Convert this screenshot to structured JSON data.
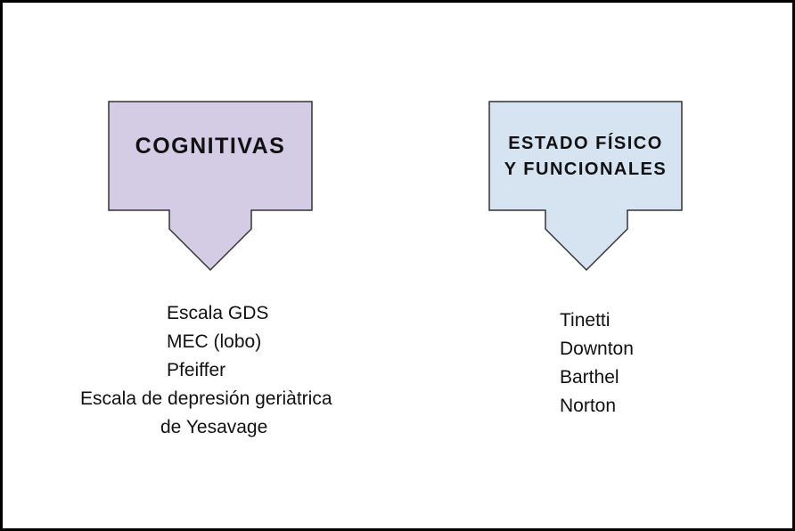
{
  "diagram": {
    "colors": {
      "border": "#000000",
      "box_outline": "#333333",
      "cognitivas_fill": "#d4cce4",
      "fisico_fill": "#d6e4f2"
    },
    "cognitivas": {
      "title": "COGNITIVAS",
      "items": [
        "Escala GDS",
        "MEC (lobo)",
        "Pfeiffer",
        "Escala de depresión geriàtrica",
        "de Yesavage"
      ]
    },
    "fisico": {
      "title_line1": "ESTADO FÍSICO",
      "title_line2": "Y FUNCIONALES",
      "items": [
        "Tinetti",
        "Downton",
        "Barthel",
        "Norton"
      ]
    }
  }
}
